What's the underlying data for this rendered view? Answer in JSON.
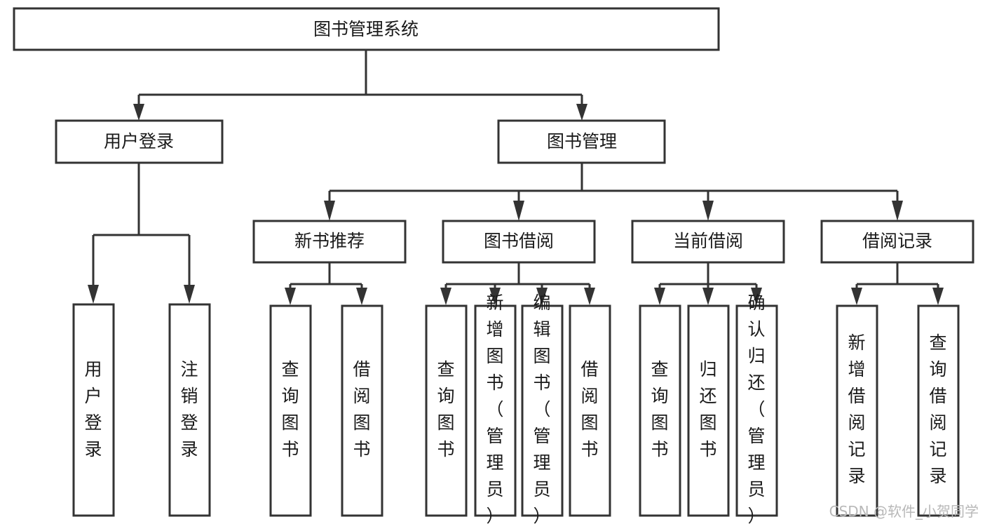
{
  "diagram": {
    "type": "tree-hierarchy-chart",
    "title": "图书管理系统",
    "background_color": "#ffffff",
    "line_color": "#333333",
    "text_color": "#1a1a1a",
    "box_fill": "#ffffff",
    "levels": {
      "root": {
        "label": "图书管理系统"
      },
      "level2": [
        {
          "label": "用户登录"
        },
        {
          "label": "图书管理"
        }
      ],
      "level3": [
        {
          "label": "新书推荐"
        },
        {
          "label": "图书借阅"
        },
        {
          "label": "当前借阅"
        },
        {
          "label": "借阅记录"
        }
      ],
      "leaves": {
        "user_login": [
          {
            "label": "用户登录"
          },
          {
            "label": "注销登录"
          }
        ],
        "new_book_recommend": [
          {
            "label": "查询图书"
          },
          {
            "label": "借阅图书"
          }
        ],
        "book_borrow": [
          {
            "label": "查询图书"
          },
          {
            "label": "新增图书（管理员）"
          },
          {
            "label": "编辑图书（管理员）"
          },
          {
            "label": "借阅图书"
          }
        ],
        "current_borrow": [
          {
            "label": "查询图书"
          },
          {
            "label": "归还图书"
          },
          {
            "label": "确认归还（管理员）"
          }
        ],
        "borrow_record": [
          {
            "label": "新增借阅记录"
          },
          {
            "label": "查询借阅记录"
          }
        ]
      }
    }
  },
  "watermark": {
    "text": "CSDN @软件_小贺同学",
    "color": "#b8b8b8"
  }
}
